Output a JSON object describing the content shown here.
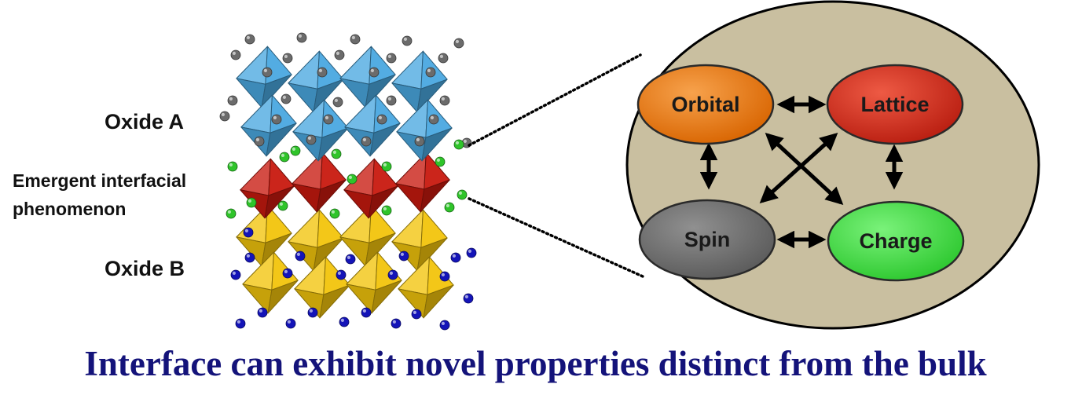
{
  "labels": {
    "oxide_a": "Oxide A",
    "emergent_line1": "Emergent interfacial",
    "emergent_line2": "phenomenon",
    "oxide_b": "Oxide B"
  },
  "caption": "Interface can exhibit novel properties distinct from the bulk",
  "nodes": {
    "orbital": "Orbital",
    "lattice": "Lattice",
    "spin": "Spin",
    "charge": "Charge"
  },
  "colors": {
    "oxide_a_octahedra": "#4aa8e0",
    "interface_octahedra": "#c8190f",
    "oxide_b_octahedra": "#f2c40c",
    "a_site_atoms": "#6b6b6b",
    "interface_atoms": "#2fc42a",
    "b_site_atoms": "#1414b8",
    "inset_background": "#c9bfa0",
    "orbital": "#e9780e",
    "lattice": "#d43020",
    "spin": "#707070",
    "charge": "#48e04a",
    "caption": "#14137a"
  }
}
